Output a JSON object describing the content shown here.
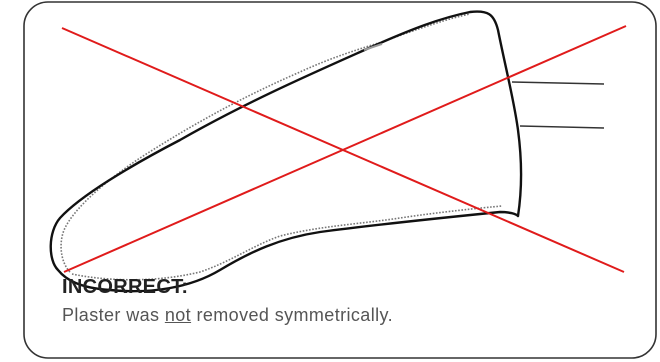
{
  "caption": {
    "title": "INCORRECT:",
    "text_before": "Plaster was ",
    "text_emphasis": "not",
    "text_after": " removed symmetrically."
  },
  "colors": {
    "border": "#333333",
    "outline": "#111111",
    "dotted_line": "#777777",
    "cross": "#e01b1b",
    "title": "#222222",
    "text": "#555555"
  }
}
